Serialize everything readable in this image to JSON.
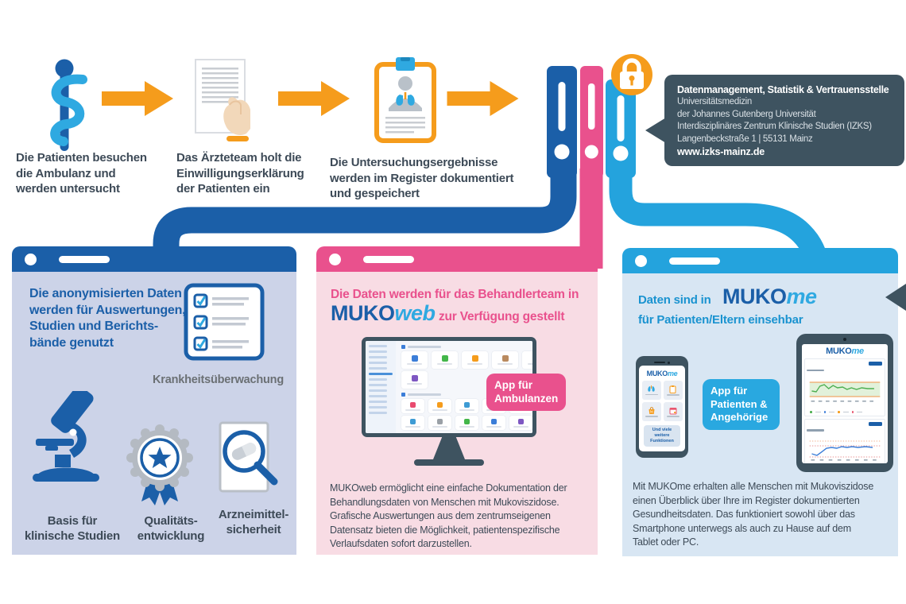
{
  "colors": {
    "dark_blue": "#1b5fa8",
    "light_blue": "#2fa9e1",
    "header_blue": "#24a3dd",
    "pink": "#e9518d",
    "orange": "#f59c1c",
    "slate": "#3e5360",
    "panel_left_bg": "#ccd3e8",
    "panel_mid_bg": "#f8dce4",
    "panel_right_bg": "#d8e6f3"
  },
  "flow": {
    "steps": [
      {
        "icon": "aesculapius-staff-icon",
        "label": "Die Patienten besuchen\ndie Ambulanz und\nwerden untersucht"
      },
      {
        "icon": "consent-document-hand-icon",
        "label": "Das Ärzteteam holt die\nEinwilligungserklärung\nder Patienten ein"
      },
      {
        "icon": "clipboard-patient-record-icon",
        "label": "Die Untersuchungsergebnisse\nwerden im Register dokumentiert\nund gespeichert"
      }
    ],
    "register_icon": "binders-icon",
    "lock_icon": "lock-icon"
  },
  "contact_bubble": {
    "title": "Datenmanagement, Statistik & Vertrauensstelle",
    "address": "Universitätsmedizin\nder Johannes Gutenberg Universität\nInterdisziplinäres Zentrum Klinische Studien (IZKS)\nLangenbeckstraße 1 | 55131 Mainz",
    "website": "www.izks-mainz.de"
  },
  "panel_left": {
    "heading": "Die anonymisierten Daten\nwerden für Auswertungen,\nStudien und Berichts-\nbände genutzt",
    "surveillance_label": "Krankheitsüberwachung",
    "items": [
      {
        "icon": "microscope-icon",
        "label": "Basis für\nklinische Studien"
      },
      {
        "icon": "quality-award-icon",
        "label": "Qualitäts-\nentwicklung"
      },
      {
        "icon": "drug-safety-magnifier-icon",
        "label": "Arzneimittel-\nsicherheit"
      }
    ]
  },
  "panel_mukoweb": {
    "heading_pre": "Die Daten werden für das Behandlerteam in",
    "brand": "MUKO",
    "brand_suffix": "web",
    "heading_post": "zur Verfügung gestellt",
    "badge": "App für\nAmbulanzen",
    "description": "MUKOweb ermöglicht eine einfache Dokumentation der\nBehandlungsdaten von Menschen mit Mukoviszidose.\nGrafische Auswertungen aus dem zentrumseigenen\nDatensatz bieten die Möglichkeit, patientenspezifische\nVerlaufsdaten sofort darzustellen."
  },
  "panel_mukome": {
    "heading_pre": "Daten sind in",
    "brand": "MUKO",
    "brand_suffix": "me",
    "heading_post": "für Patienten/Eltern einsehbar",
    "badge": "App für\nPatienten &\nAngehörige",
    "phone": {
      "brand": "MUKO",
      "brand_suffix": "me",
      "more_button": "Und viele\nweitere\nFunktionen"
    },
    "tablet": {
      "brand": "MUKO",
      "brand_suffix": "me"
    },
    "description": "Mit MUKOme erhalten alle Menschen mit Mukoviszidose\neinen Überblick über Ihre im Register dokumentierten\nGesundheitsdaten. Das funktioniert sowohl über das\nSmartphone unterwegs als auch zu Hause auf dem\nTablet oder PC."
  }
}
